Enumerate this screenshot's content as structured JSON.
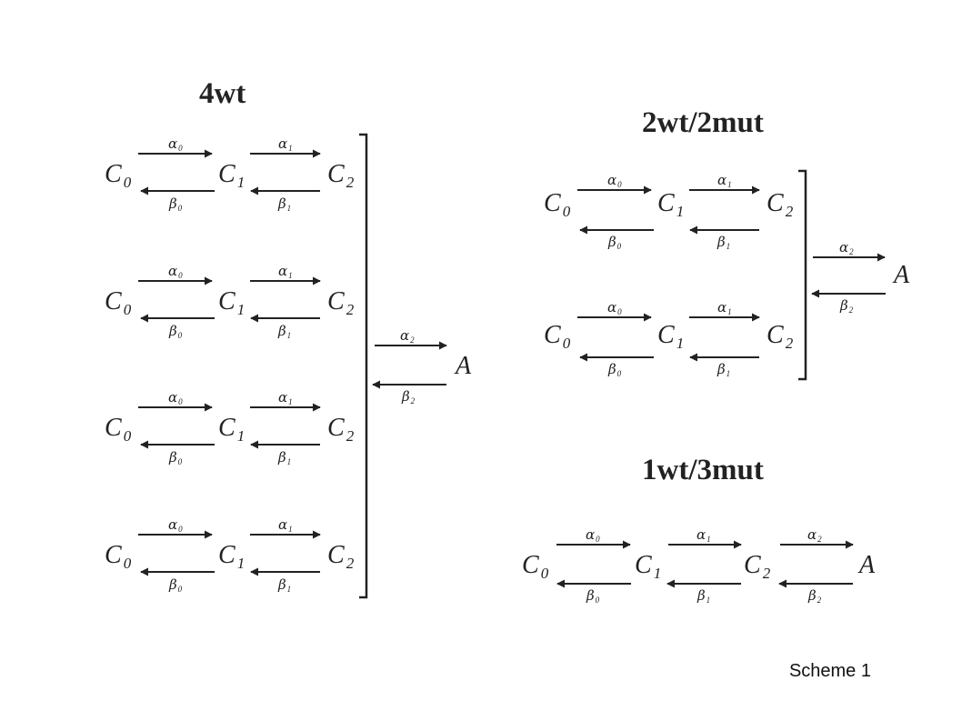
{
  "caption": "Scheme 1",
  "panels": [
    {
      "id": "4wt",
      "title": "4wt",
      "rows": [
        [
          "C",
          "0",
          "C",
          "1",
          "C",
          "2"
        ],
        [
          "C",
          "0",
          "C",
          "1",
          "C",
          "2"
        ],
        [
          "C",
          "0",
          "C",
          "1",
          "C",
          "2"
        ],
        [
          "C",
          "0",
          "C",
          "1",
          "C",
          "2"
        ]
      ],
      "rates": [
        {
          "fwd": [
            "α",
            "0"
          ],
          "bwd": [
            "β",
            "0"
          ]
        },
        {
          "fwd": [
            "α",
            "1"
          ],
          "bwd": [
            "β",
            "1"
          ]
        }
      ],
      "final": {
        "fwd": [
          "α",
          "2"
        ],
        "bwd": [
          "β",
          "2"
        ],
        "state": "A"
      }
    },
    {
      "id": "2wt2mut",
      "title": "2wt/2mut",
      "rows": [
        [
          "C",
          "0",
          "C",
          "1",
          "C",
          "2"
        ],
        [
          "C",
          "0",
          "C",
          "1",
          "C",
          "2"
        ]
      ],
      "rates": [
        {
          "fwd": [
            "α",
            "0"
          ],
          "bwd": [
            "β",
            "0"
          ]
        },
        {
          "fwd": [
            "α",
            "1"
          ],
          "bwd": [
            "β",
            "1"
          ]
        }
      ],
      "final": {
        "fwd": [
          "α",
          "2"
        ],
        "bwd": [
          "β",
          "2"
        ],
        "state": "A"
      }
    },
    {
      "id": "1wt3mut",
      "title": "1wt/3mut",
      "chain": {
        "states": [
          [
            "C",
            "0"
          ],
          [
            "C",
            "1"
          ],
          [
            "C",
            "2"
          ],
          [
            "A",
            ""
          ]
        ],
        "rates": [
          {
            "fwd": [
              "α",
              "0"
            ],
            "bwd": [
              "β",
              "0"
            ]
          },
          {
            "fwd": [
              "α",
              "1"
            ],
            "bwd": [
              "β",
              "1"
            ]
          },
          {
            "fwd": [
              "α",
              "2"
            ],
            "bwd": [
              "β",
              "2"
            ]
          }
        ]
      }
    }
  ]
}
